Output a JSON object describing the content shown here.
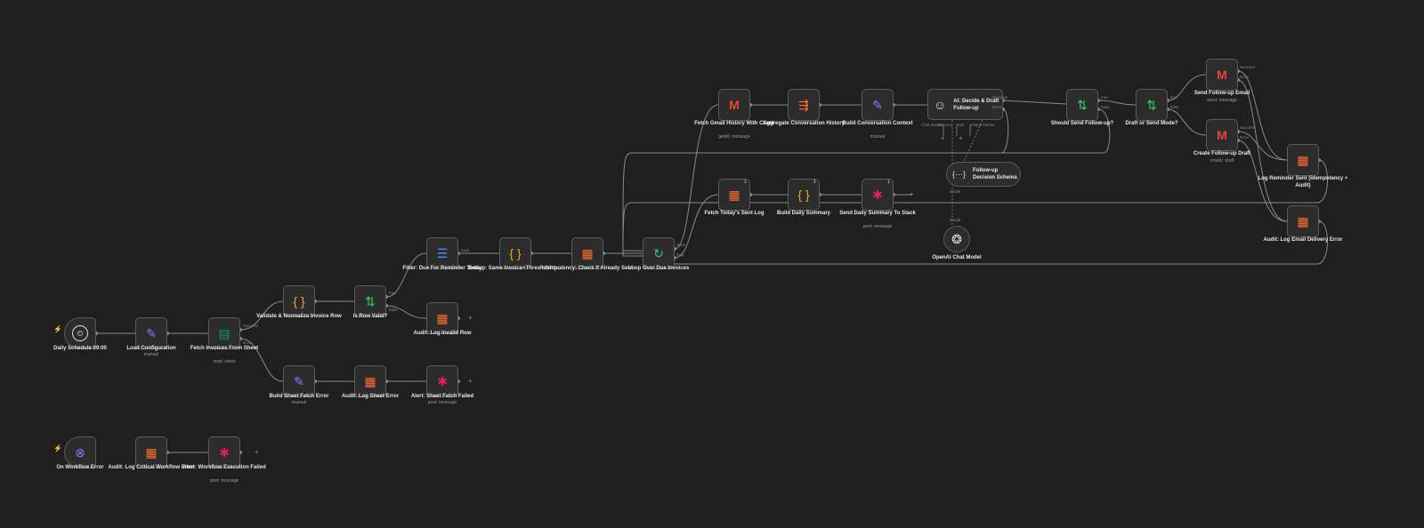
{
  "nodes": {
    "daily_schedule": {
      "label": "Daily Schedule 09:00",
      "icon": "clock-icon"
    },
    "load_config": {
      "label": "Load Configuration",
      "sub": "manual",
      "icon": "edit-icon"
    },
    "fetch_invoices": {
      "label": "Fetch Invoices From Sheet",
      "sub": "read: sheet",
      "icon": "google-sheets-icon"
    },
    "validate": {
      "label": "Validate & Normalize Invoice Row",
      "icon": "code-icon"
    },
    "is_row_valid": {
      "label": "Is Row Valid?",
      "icon": "if-icon"
    },
    "filter_due": {
      "label": "Filter: Due For Reminder Today",
      "icon": "filter-icon"
    },
    "dedup": {
      "label": "Dedup: Same Invoice+Threshold In...",
      "icon": "code-icon"
    },
    "idempotency": {
      "label": "Idempotency: Check If Already Sent",
      "icon": "table-icon"
    },
    "loop_over": {
      "label": "Loop Over Due Invoices",
      "icon": "loop-icon"
    },
    "audit_invalid": {
      "label": "Audit: Log Invalid Row",
      "icon": "table-icon"
    },
    "build_sheet_err": {
      "label": "Build Sheet Fetch Error",
      "sub": "manual",
      "icon": "edit-icon"
    },
    "audit_sheet_err": {
      "label": "Audit: Log Sheet Error",
      "icon": "table-icon"
    },
    "alert_sheet_fail": {
      "label": "Alert: Sheet Fetch Failed",
      "sub": "post: message",
      "icon": "slack-icon"
    },
    "on_wf_error": {
      "label": "On Workflow Error",
      "icon": "error-icon"
    },
    "audit_critical": {
      "label": "Audit: Log Critical Workflow Error",
      "icon": "table-icon"
    },
    "alert_wf_fail": {
      "label": "Alert: Workflow Execution Failed",
      "sub": "post: message",
      "icon": "slack-icon"
    },
    "fetch_gmail": {
      "label": "Fetch Gmail History With Client",
      "sub": "getAll: message",
      "icon": "gmail-icon"
    },
    "aggregate": {
      "label": "Aggregate Conversation History",
      "icon": "aggregate-icon"
    },
    "build_context": {
      "label": "Build Conversation Context",
      "sub": "manual",
      "icon": "edit-icon"
    },
    "ai_decide": {
      "label": "AI: Decide & Draft Follow-up",
      "icon": "robot-icon"
    },
    "should_send": {
      "label": "Should Send Follow-up?",
      "icon": "if-icon"
    },
    "draft_or_send": {
      "label": "Draft or Send Mode?",
      "icon": "if-icon"
    },
    "send_email": {
      "label": "Send Follow-up Email",
      "sub": "send: message",
      "icon": "gmail-icon"
    },
    "create_draft": {
      "label": "Create Follow-up Draft",
      "sub": "create: draft",
      "icon": "gmail-icon"
    },
    "log_reminder": {
      "label": "Log Reminder Sent (Idempotency + Audit)",
      "icon": "table-icon"
    },
    "audit_email_err": {
      "label": "Audit: Log Email Delivery Error",
      "icon": "table-icon"
    },
    "fetch_sent_log": {
      "label": "Fetch Today's Sent Log",
      "icon": "table-icon"
    },
    "build_summary": {
      "label": "Build Daily Summary",
      "icon": "code-icon"
    },
    "send_summary": {
      "label": "Send Daily Summary To Slack",
      "sub": "post: message",
      "icon": "slack-icon"
    },
    "decision_schema": {
      "label": "Follow-up Decision Schema",
      "icon": "schema-icon"
    },
    "openai_model": {
      "label": "OpenAI Chat Model",
      "icon": "openai-icon"
    }
  },
  "ports": {
    "success": "Success",
    "error": "Error",
    "true": "true",
    "false": "false",
    "kept": "Kept",
    "done": "done",
    "loop": "loop",
    "chat_model": "Chat Model",
    "memory": "Memory",
    "tool": "Tool",
    "output_parser": "Output Parser",
    "model": "Model"
  },
  "badges": {
    "one": "1"
  },
  "colors": {
    "background": "#1f1f1f",
    "node": "#2c2c2c",
    "edge": "#8a8a8a",
    "sheets": "#0f9d58",
    "table": "#ff6d2d",
    "code": "#f5a623",
    "if": "#35c96b",
    "edit": "#8b7bff",
    "trigger": "#ff7a2a"
  }
}
